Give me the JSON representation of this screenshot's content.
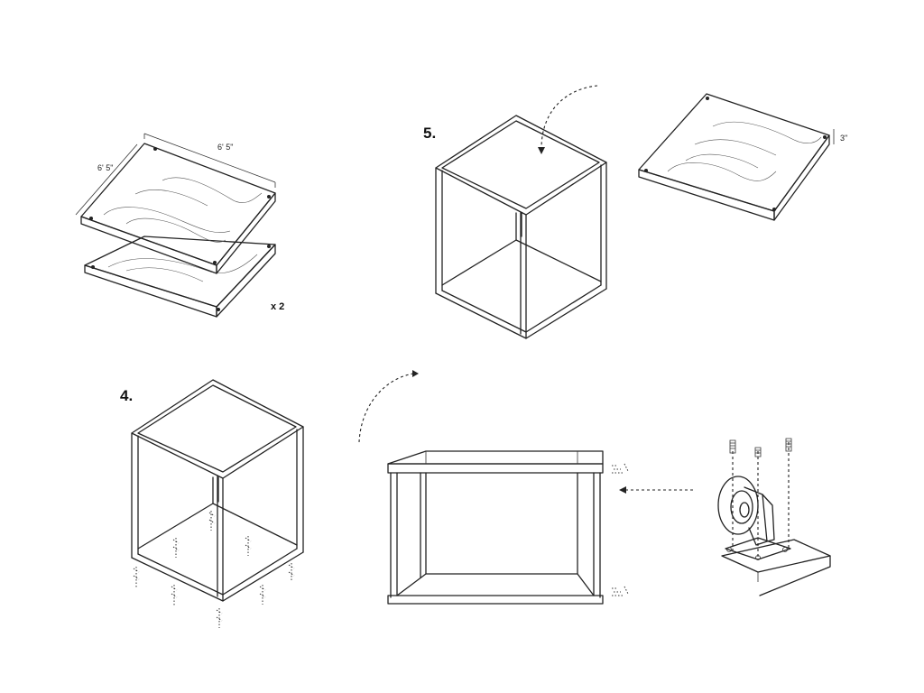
{
  "steps": {
    "step_5": "5.",
    "step_4": "4."
  },
  "panels": {
    "dim_width": "6' 5\"",
    "dim_depth": "6' 5\"",
    "quantity": "x 2",
    "top_thickness": "3\""
  }
}
